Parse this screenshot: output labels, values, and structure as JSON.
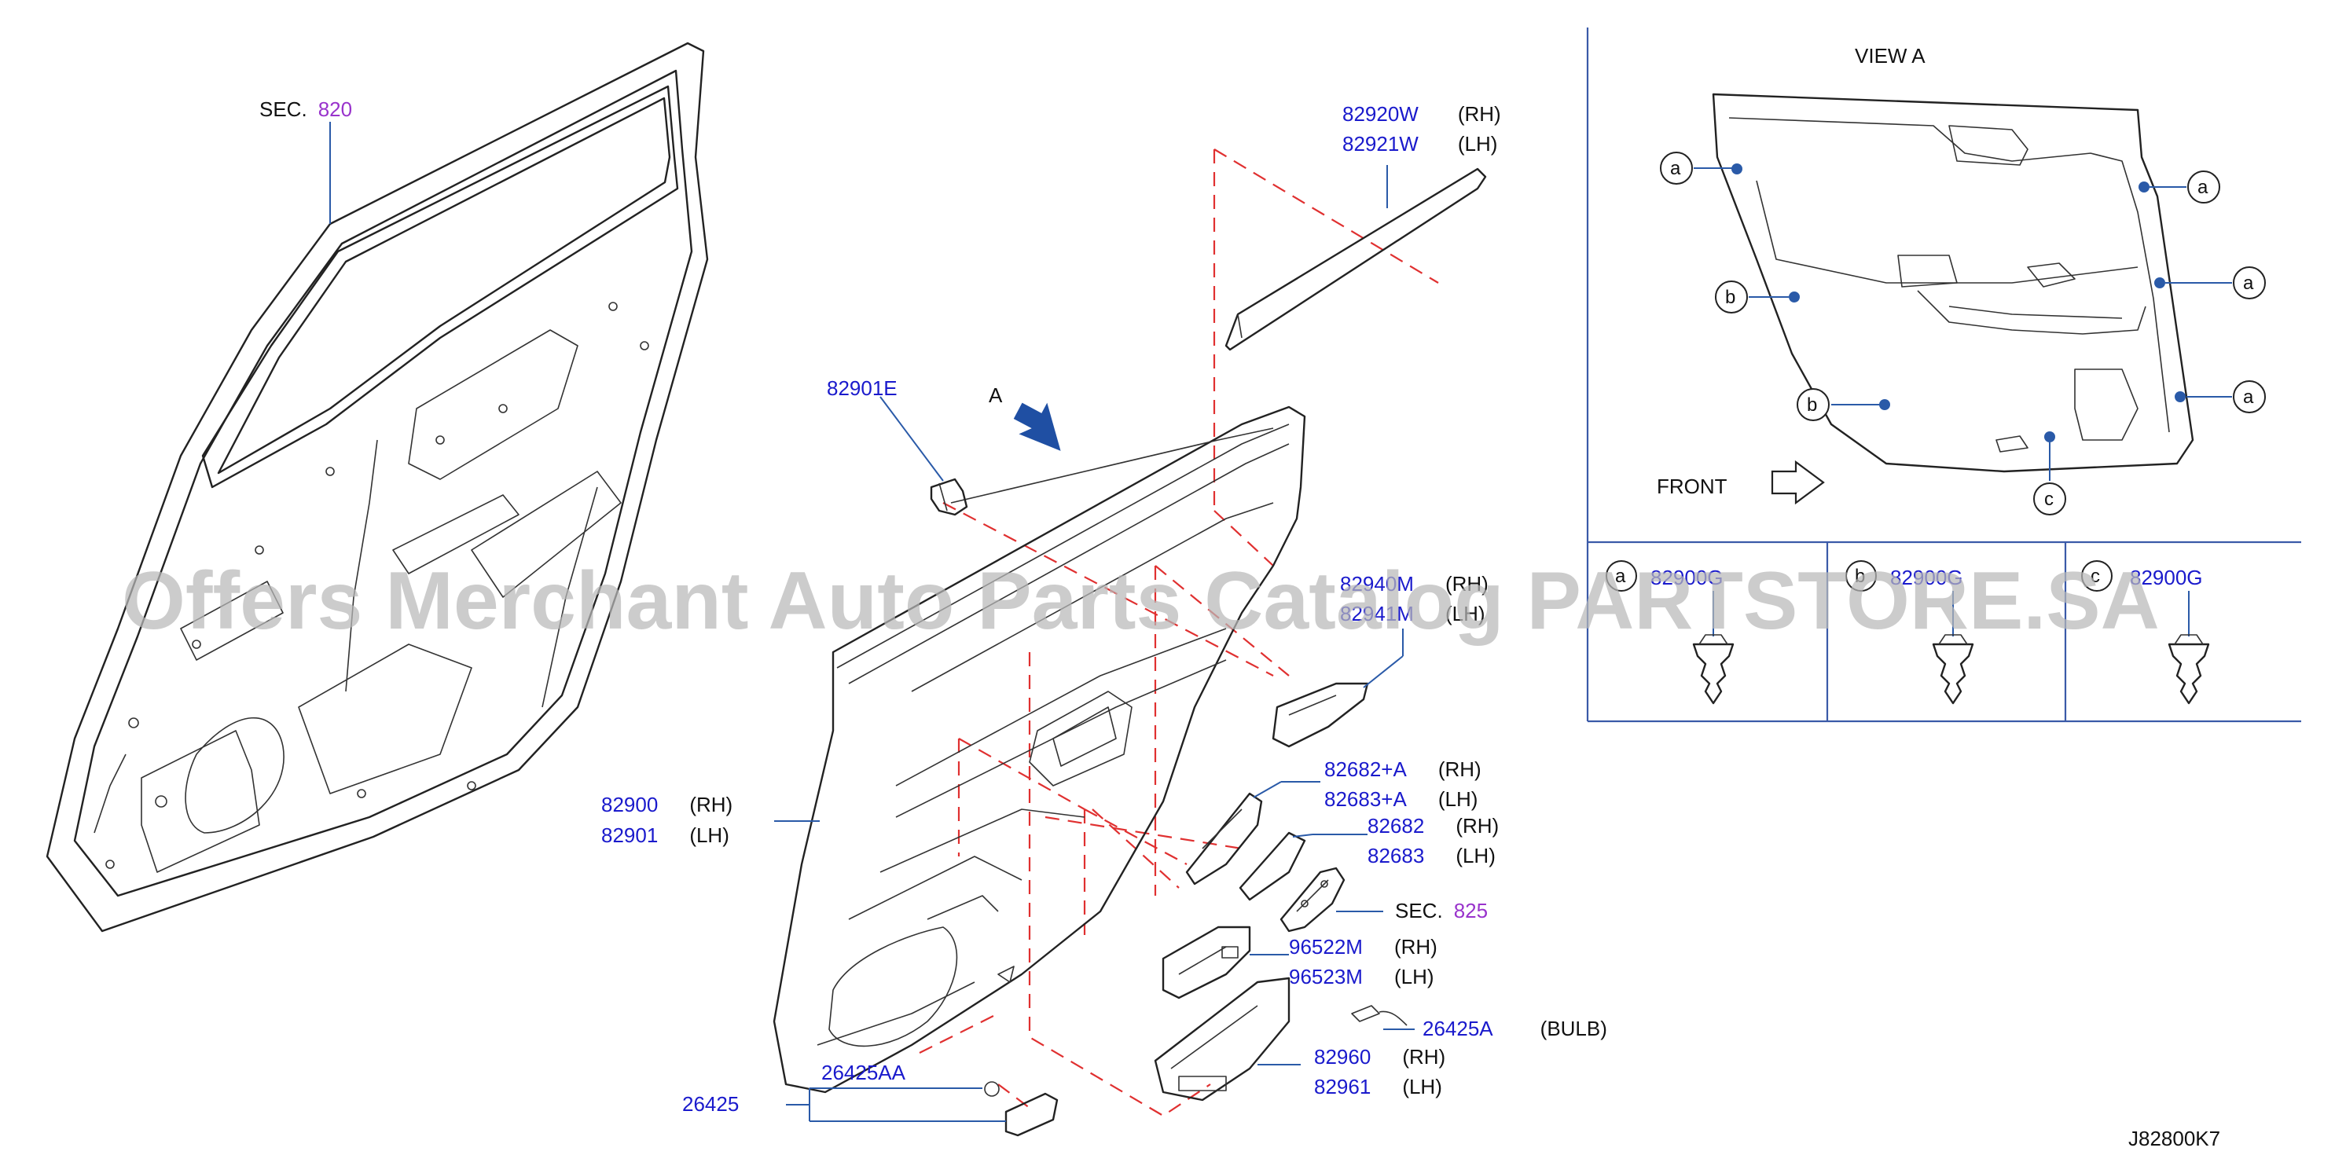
{
  "colors": {
    "part_number": "#1a1acc",
    "section_ref": "#9933cc",
    "text": "#111111",
    "outline": "#222222",
    "leader": "#2a5aa8",
    "hidden_line": "#e03030",
    "arrow": "#1f4fa3",
    "panel_border": "#3a5aa8",
    "watermark": "#b8b8b8"
  },
  "sec_820": {
    "prefix": "SEC.",
    "ref": "820"
  },
  "sec_825": {
    "prefix": "SEC.",
    "ref": "825"
  },
  "view_a_arrow_label": "A",
  "parts": {
    "p82920W": {
      "num": "82920W",
      "side": "(RH)"
    },
    "p82921W": {
      "num": "82921W",
      "side": "(LH)"
    },
    "p82901E": {
      "num": "82901E"
    },
    "p82940M": {
      "num": "82940M",
      "side": "(RH)"
    },
    "p82941M": {
      "num": "82941M",
      "side": "(LH)"
    },
    "p82900": {
      "num": "82900",
      "side": "(RH)"
    },
    "p82901": {
      "num": "82901",
      "side": "(LH)"
    },
    "p82682A": {
      "num": "82682+A",
      "side": "(RH)"
    },
    "p82683A": {
      "num": "82683+A",
      "side": "(LH)"
    },
    "p82682": {
      "num": "82682",
      "side": "(RH)"
    },
    "p82683": {
      "num": "82683",
      "side": "(LH)"
    },
    "p96522M": {
      "num": "96522M",
      "side": "(RH)"
    },
    "p96523M": {
      "num": "96523M",
      "side": "(LH)"
    },
    "p26425A": {
      "num": "26425A",
      "side": "(BULB)"
    },
    "p82960": {
      "num": "82960",
      "side": "(RH)"
    },
    "p82961": {
      "num": "82961",
      "side": "(LH)"
    },
    "p26425AA": {
      "num": "26425AA"
    },
    "p26425": {
      "num": "26425"
    }
  },
  "view_a": {
    "title": "VIEW  A",
    "front_label": "FRONT",
    "markers": [
      "a",
      "a",
      "a",
      "a",
      "b",
      "b",
      "c"
    ]
  },
  "clips": [
    {
      "key": "a",
      "num": "82900G"
    },
    {
      "key": "b",
      "num": "82900G"
    },
    {
      "key": "c",
      "num": "82900G"
    }
  ],
  "diagram_code": "J82800K7",
  "watermark": "Offers Merchant Auto Parts Catalog PARTSTORE.SA"
}
